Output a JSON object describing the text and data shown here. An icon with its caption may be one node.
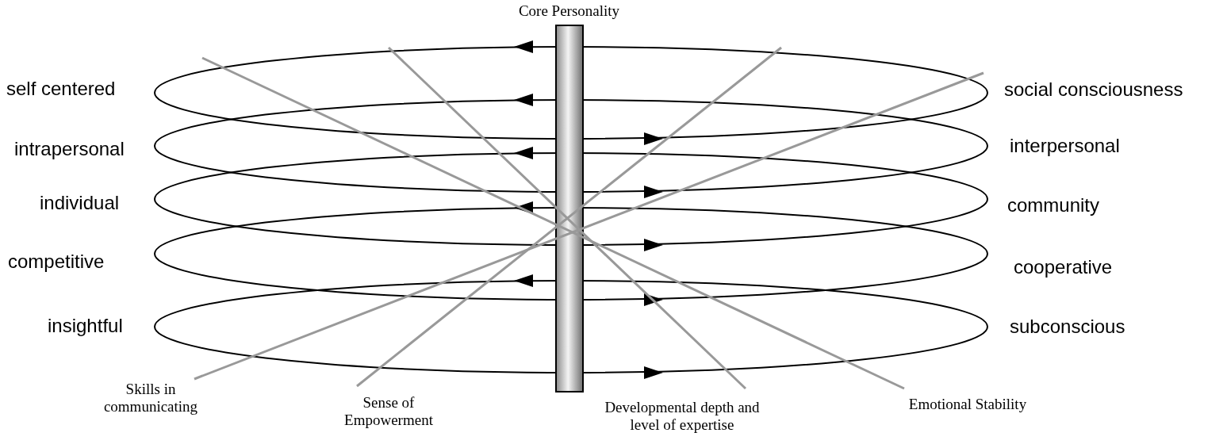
{
  "diagram": {
    "labels": [
      "Core Personality",
      "self centered",
      "social consciousness",
      "intrapersonal",
      "interpersonal",
      "individual",
      "community",
      "competitive",
      "cooperative",
      "insightful",
      "subconscious",
      "Skills in communicating",
      "Sense of Empowerment",
      "Developmental depth and level of expertise",
      "Emotional Stability"
    ]
  }
}
